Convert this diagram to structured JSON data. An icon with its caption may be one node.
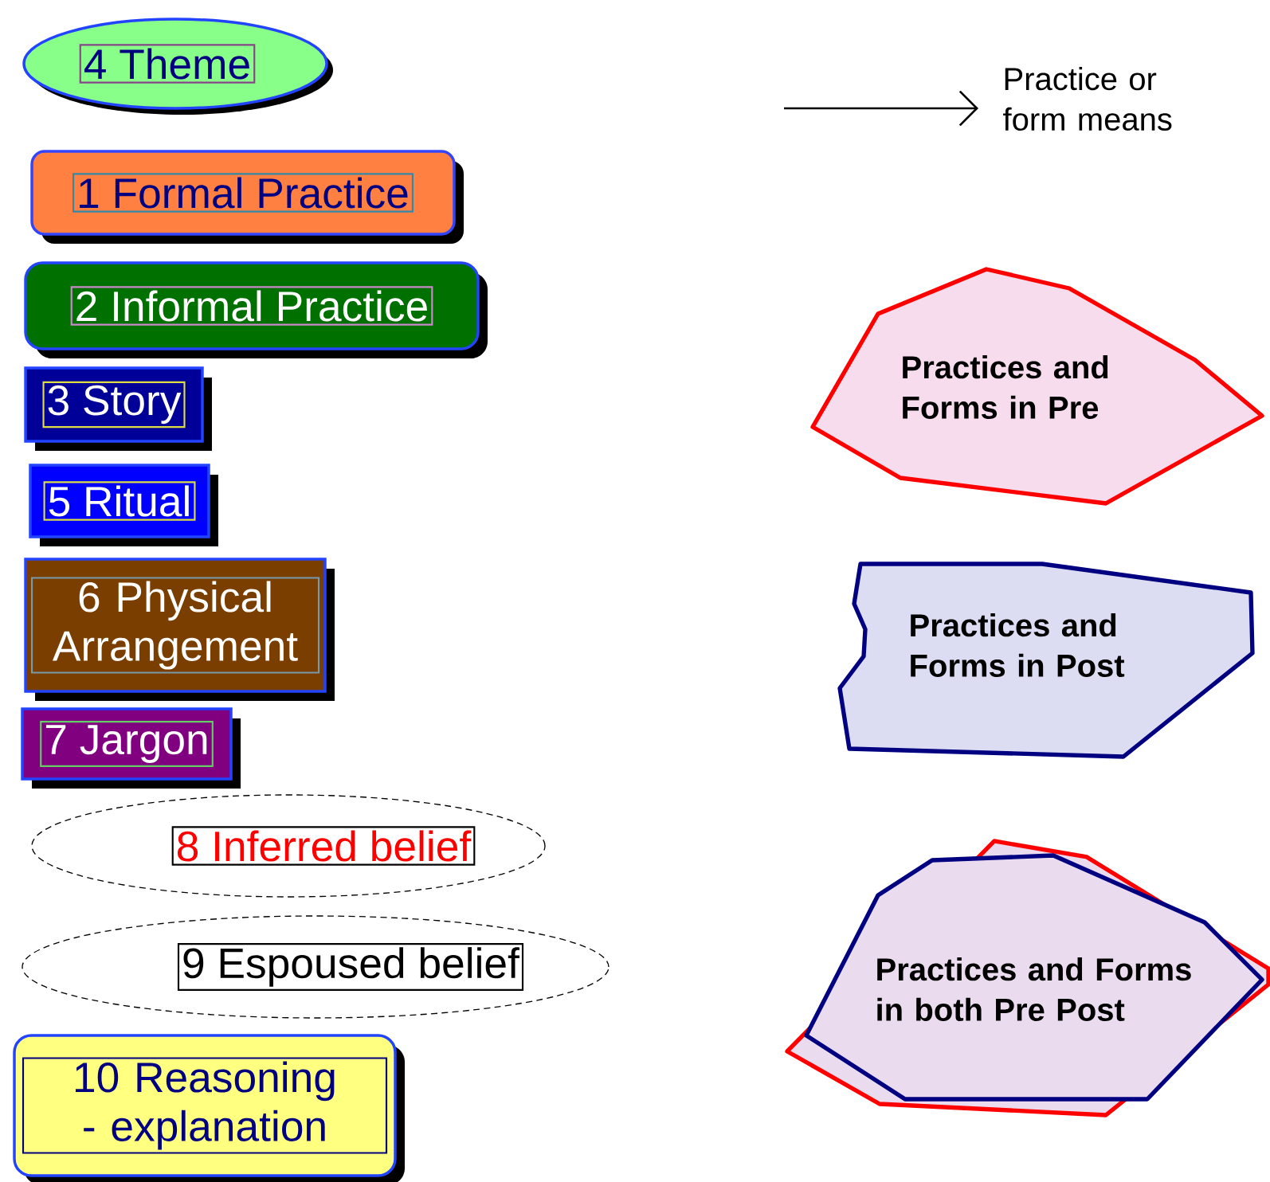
{
  "diagram": {
    "nodes": [
      {
        "text": [
          "4 Theme"
        ]
      },
      {
        "text": [
          "1 Formal Practice"
        ]
      },
      {
        "text": [
          "2 Informal Practice"
        ]
      },
      {
        "text": [
          "3 Story"
        ]
      },
      {
        "text": [
          "5 Ritual"
        ]
      },
      {
        "text": [
          "6 Physical Arrangement"
        ]
      },
      {
        "text": [
          "7 Jargon"
        ]
      },
      {
        "text": [
          "8 Inferred belief"
        ]
      },
      {
        "text": [
          "9 Espoused belief"
        ]
      },
      {
        "text": [
          "10 Reasoning - explanation"
        ]
      },
      {
        "text": [
          "Practices and Forms in Pre"
        ]
      },
      {
        "text": [
          "Practices and Forms in Post"
        ]
      },
      {
        "text": [
          "Practices and Forms in both Pre Post"
        ]
      }
    ],
    "legend": [
      {
        "text": "Practice or form means"
      }
    ]
  }
}
